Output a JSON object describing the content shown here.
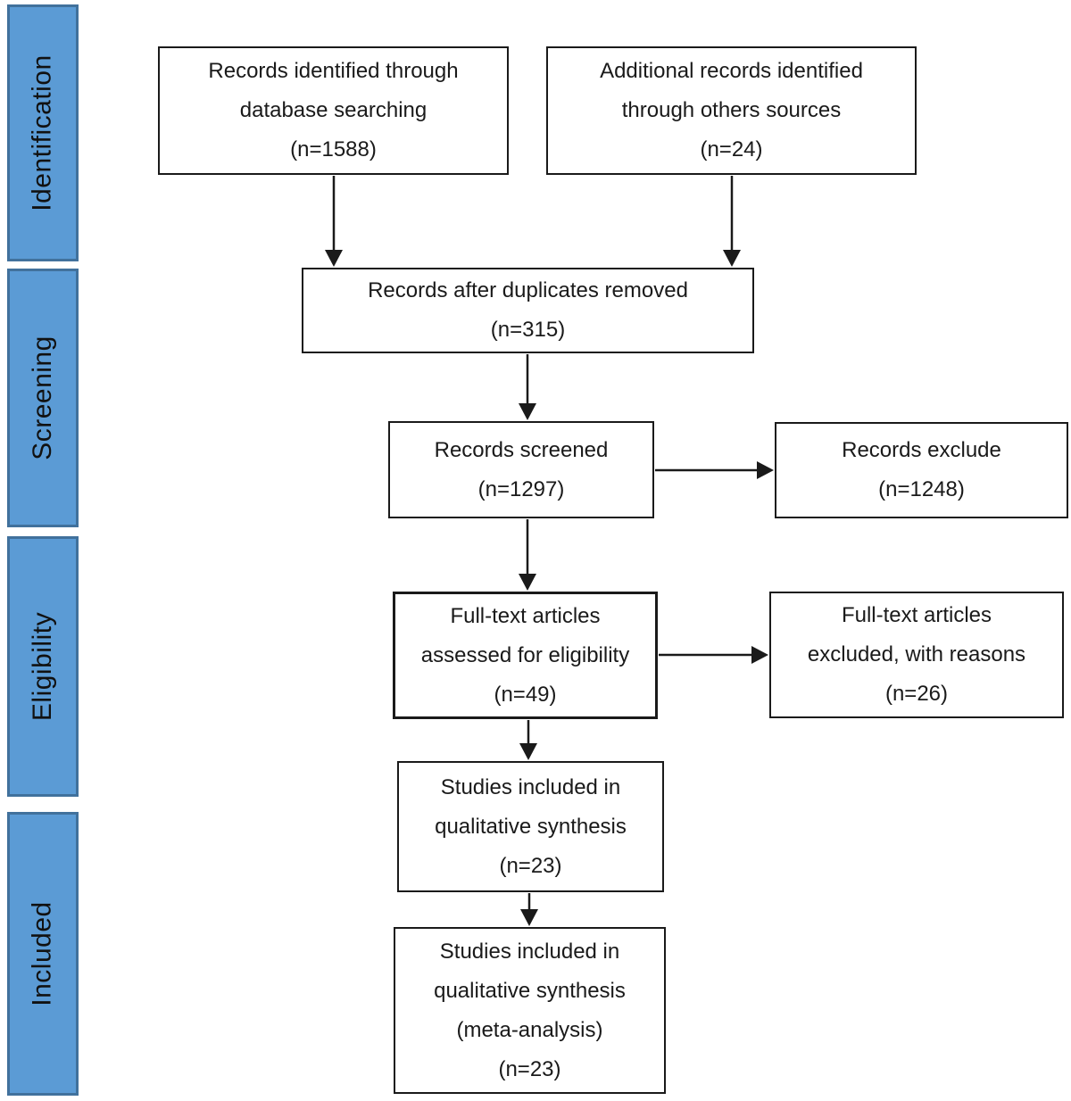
{
  "diagram": {
    "type": "prisma-flow-diagram",
    "colors": {
      "stage_fill": "#5b9bd5",
      "stage_border": "#41719c",
      "box_fill": "#ffffff",
      "box_border": "#1a1a1a",
      "arrow": "#1a1a1a",
      "text": "#1a1a1a"
    },
    "stages": [
      {
        "label": "Identification"
      },
      {
        "label": "Screening"
      },
      {
        "label": "Eligibility"
      },
      {
        "label": "Included"
      }
    ],
    "boxes": {
      "database": {
        "lines": [
          "Records identified through",
          "database searching",
          "(n=1588)"
        ]
      },
      "other_sources": {
        "lines": [
          "Additional records identified",
          "through others sources",
          "(n=24)"
        ]
      },
      "duplicates_removed": {
        "lines": [
          "Records after duplicates removed",
          "(n=315)"
        ]
      },
      "screened": {
        "lines": [
          "Records screened",
          "(n=1297)"
        ]
      },
      "excluded": {
        "lines": [
          "Records exclude",
          "(n=1248)"
        ]
      },
      "fulltext": {
        "lines": [
          "Full-text articles",
          "assessed for eligibility",
          "(n=49)"
        ]
      },
      "fulltext_excluded": {
        "lines": [
          "Full-text articles",
          "excluded, with reasons",
          "(n=26)"
        ]
      },
      "qualitative": {
        "lines": [
          "Studies included in",
          "qualitative synthesis",
          "(n=23)"
        ]
      },
      "meta_analysis": {
        "lines": [
          "Studies included in",
          "qualitative synthesis",
          "(meta-analysis)",
          "(n=23)"
        ]
      }
    }
  }
}
